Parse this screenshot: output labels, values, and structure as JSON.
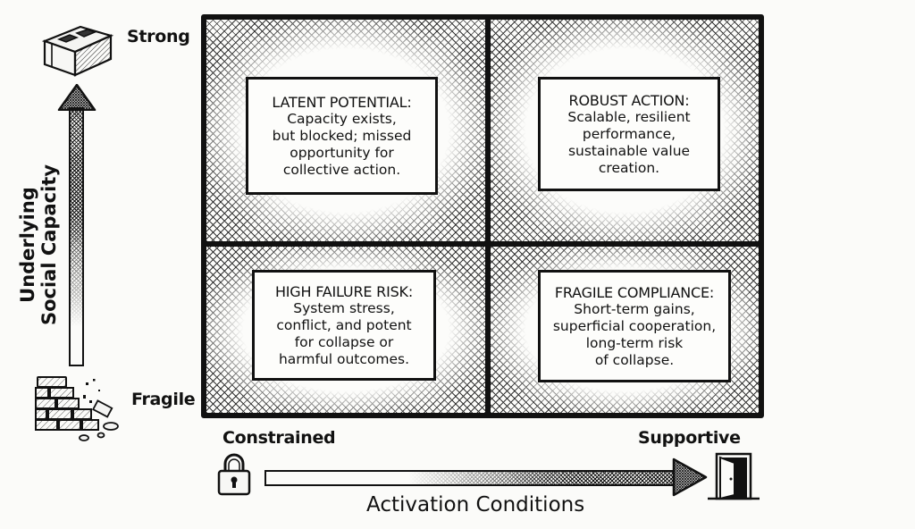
{
  "diagram": {
    "type": "2x2 matrix",
    "y_axis": {
      "title": "Underlying Social Capacity",
      "title_lines": [
        "Underlying",
        "Social Capacity"
      ],
      "high_label": "Strong",
      "low_label": "Fragile",
      "high_icon": "cinder-block-icon",
      "low_icon": "crumbling-brick-wall-icon"
    },
    "x_axis": {
      "title": "Activation Conditions",
      "low_label": "Constrained",
      "high_label": "Supportive",
      "low_icon": "padlock-icon",
      "high_icon": "open-door-icon"
    },
    "quadrants": {
      "top_left": {
        "title": "LATENT POTENTIAL:",
        "lines": [
          "Capacity exists,",
          "but blocked; missed",
          "opportunity for",
          "collective action."
        ]
      },
      "top_right": {
        "title": "ROBUST ACTION:",
        "lines": [
          "Scalable, resilient",
          "performance,",
          "sustainable value",
          "creation."
        ]
      },
      "bottom_left": {
        "title": "HIGH FAILURE RISK:",
        "lines": [
          "System stress,",
          "conflict, and potent",
          "for collapse or",
          "harmful outcomes."
        ]
      },
      "bottom_right": {
        "title": "FRAGILE COMPLIANCE:",
        "lines": [
          "Short-term gains,",
          "superficial cooperation,",
          "long-term risk",
          "of collapse."
        ]
      }
    },
    "colors": {
      "ink": "#111111",
      "paper": "#fbfbf9"
    }
  }
}
